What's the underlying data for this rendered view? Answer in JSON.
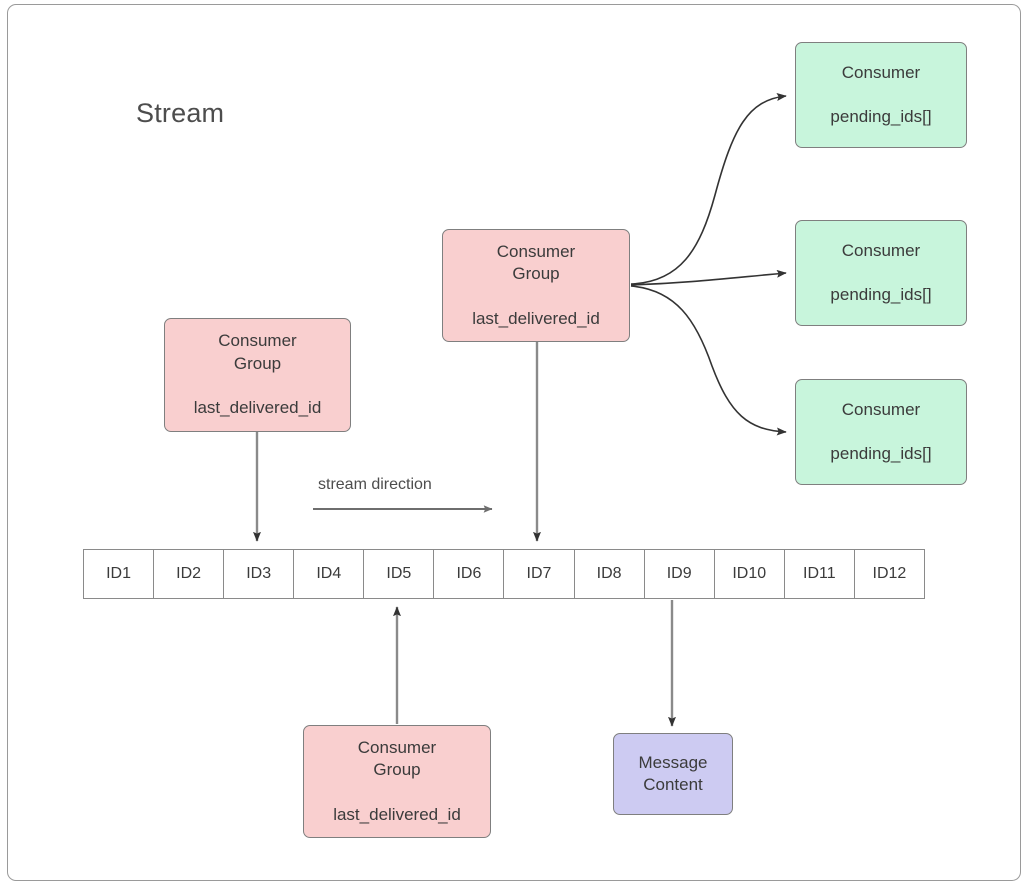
{
  "diagram": {
    "title": "Stream",
    "stream_direction_label": "stream direction",
    "colors": {
      "consumer_group_fill": "#f9cfcf",
      "consumer_fill": "#c8f5dc",
      "message_fill": "#cdcbf2",
      "stroke": "#7f7f7f",
      "text": "#3b3b3b",
      "frame_border": "#9a9a9a",
      "background": "#ffffff"
    }
  },
  "stream_cells": [
    {
      "label": "ID1"
    },
    {
      "label": "ID2"
    },
    {
      "label": "ID3"
    },
    {
      "label": "ID4"
    },
    {
      "label": "ID5"
    },
    {
      "label": "ID6"
    },
    {
      "label": "ID7"
    },
    {
      "label": "ID8"
    },
    {
      "label": "ID9"
    },
    {
      "label": "ID10"
    },
    {
      "label": "ID11"
    },
    {
      "label": "ID12"
    }
  ],
  "consumer_groups": [
    {
      "id": "group-left",
      "title_line1": "Consumer",
      "title_line2": "Group",
      "field": "last_delivered_id",
      "points_to_cell": "ID3"
    },
    {
      "id": "group-center",
      "title_line1": "Consumer",
      "title_line2": "Group",
      "field": "last_delivered_id",
      "points_to_cell": "ID7"
    },
    {
      "id": "group-bottom",
      "title_line1": "Consumer",
      "title_line2": "Group",
      "field": "last_delivered_id",
      "points_to_cell": "ID5"
    }
  ],
  "consumers": [
    {
      "id": "consumer-1",
      "title": "Consumer",
      "field": "pending_ids[]"
    },
    {
      "id": "consumer-2",
      "title": "Consumer",
      "field": "pending_ids[]"
    },
    {
      "id": "consumer-3",
      "title": "Consumer",
      "field": "pending_ids[]"
    }
  ],
  "message": {
    "line1": "Message",
    "line2": "Content",
    "from_cell": "ID9"
  }
}
